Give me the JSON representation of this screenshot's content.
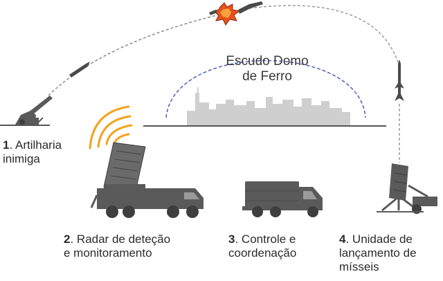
{
  "dome": {
    "line1": "Escudo Domo",
    "line2": "de Ferro"
  },
  "steps": [
    {
      "num": "1",
      "line1": ". Artilharia",
      "line2": "inimiga",
      "line3": ""
    },
    {
      "num": "2",
      "line1": ". Radar de deteção",
      "line2": "e monitoramento",
      "line3": ""
    },
    {
      "num": "3",
      "line1": ". Controle e",
      "line2": "coordenação",
      "line3": ""
    },
    {
      "num": "4",
      "line1": ". Unidade de",
      "line2": "lançamento de",
      "line3": "mísseis"
    }
  ],
  "colors": {
    "vehicle": "#5a5a5a",
    "vehicle_dark": "#3e3e3e",
    "city": "#cfcfcf",
    "dome": "#4a5bc4",
    "trajectory": "#8a8a8a",
    "radar_wave": "#f2a31b",
    "explosion": "#e8501e"
  }
}
